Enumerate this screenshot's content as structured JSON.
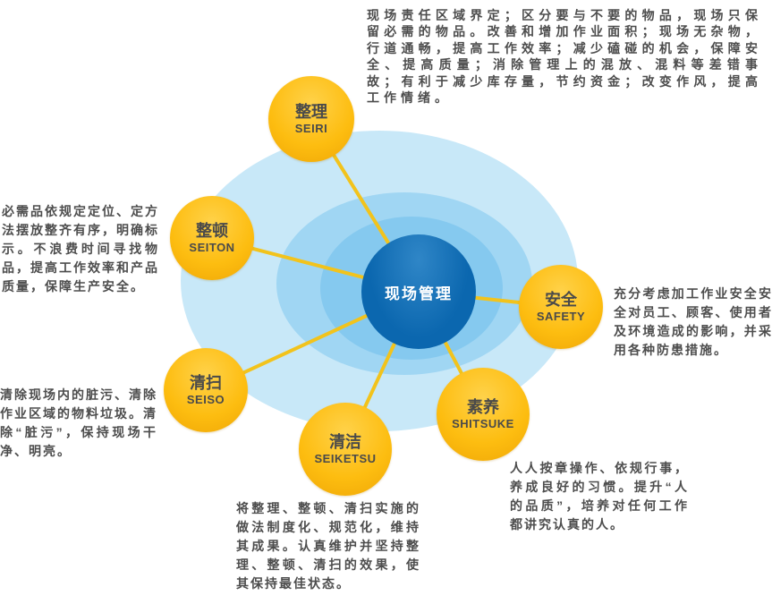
{
  "center": {
    "label": "现场管理"
  },
  "nodes": [
    {
      "id": "seiri",
      "zh": "整理",
      "en": "SEIRI"
    },
    {
      "id": "seiton",
      "zh": "整顿",
      "en": "SEITON"
    },
    {
      "id": "seiso",
      "zh": "清扫",
      "en": "SEISO"
    },
    {
      "id": "seiketsu",
      "zh": "清洁",
      "en": "SEIKETSU"
    },
    {
      "id": "shitsuke",
      "zh": "素养",
      "en": "SHITSUKE"
    },
    {
      "id": "safety",
      "zh": "安全",
      "en": "SAFETY"
    }
  ],
  "descriptions": {
    "seiri": "现场责任区域界定；区分要与不要的物品，现场只保留必需的物品。改善和增加作业面积；现场无杂物，行道通畅，提高工作效率；减少磕碰的机会，保障安全、提高质量；消除管理上的混放、混料等差错事故；有利于减少库存量，节约资金；改变作风，提高工作情绪。",
    "seiton": "必需品依规定定位、定方法摆放整齐有序，明确标示。不浪费时间寻找物品，提高工作效率和产品质量，保障生产安全。",
    "seiso": "清除现场内的脏污、清除作业区域的物料垃圾。清除“脏污”，保持现场干净、明亮。",
    "seiketsu": "将整理、整顿、清扫实施的做法制度化、规范化，维持其成果。认真维护并坚持整理、整顿、清扫的效果，使其保持最佳状态。",
    "shitsuke": "人人按章操作、依规行事，养成良好的习惯。提升“人的品质”，培养对任何工作都讲究认真的人。",
    "safety": "充分考虑加工作业安全安全对员工、顾客、使用者及环境造成的影响，并采用各种防患措施。"
  },
  "colors": {
    "blue_outer": "#C8E8F8",
    "blue_mid": "#A0D6F3",
    "blue_inner": "#85C9EF",
    "center_navy": "#0B67AF",
    "node_fill": "#FDBD10",
    "connector": "#F2C31C",
    "text_dark": "#4A4A4A",
    "text_body": "#4D4D4D"
  }
}
